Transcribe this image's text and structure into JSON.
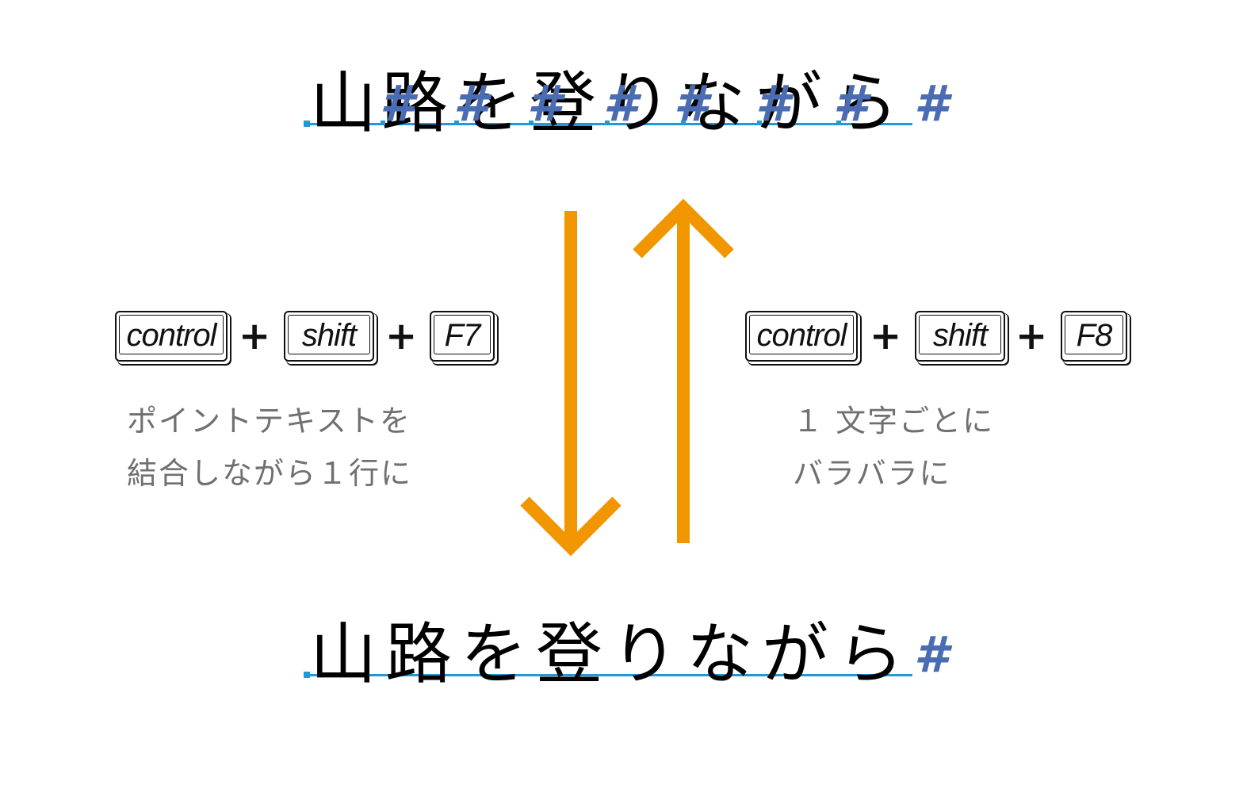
{
  "top_text": {
    "chars": [
      "山",
      "路",
      "を",
      "登",
      "り",
      "な",
      "が",
      "ら"
    ],
    "hash_glyph": "#"
  },
  "bottom_text": {
    "text": "山路を登りながら",
    "hash_glyph": "#"
  },
  "left_shortcut": {
    "keys": [
      "control",
      "shift",
      "F7"
    ],
    "plus": [
      "+",
      "+"
    ],
    "note_lines": [
      "ポイントテキストを",
      "結合しながら１行に"
    ]
  },
  "right_shortcut": {
    "keys": [
      "control",
      "shift",
      "F8"
    ],
    "plus": [
      "+",
      "+"
    ],
    "note_lines": [
      "１ 文字ごとに",
      "バラバラに"
    ]
  },
  "colors": {
    "text": "#000000",
    "hash_marker": "#4a6cb3",
    "baseline": "#1e9ad6",
    "arrow": "#f29600",
    "note": "#707070"
  }
}
